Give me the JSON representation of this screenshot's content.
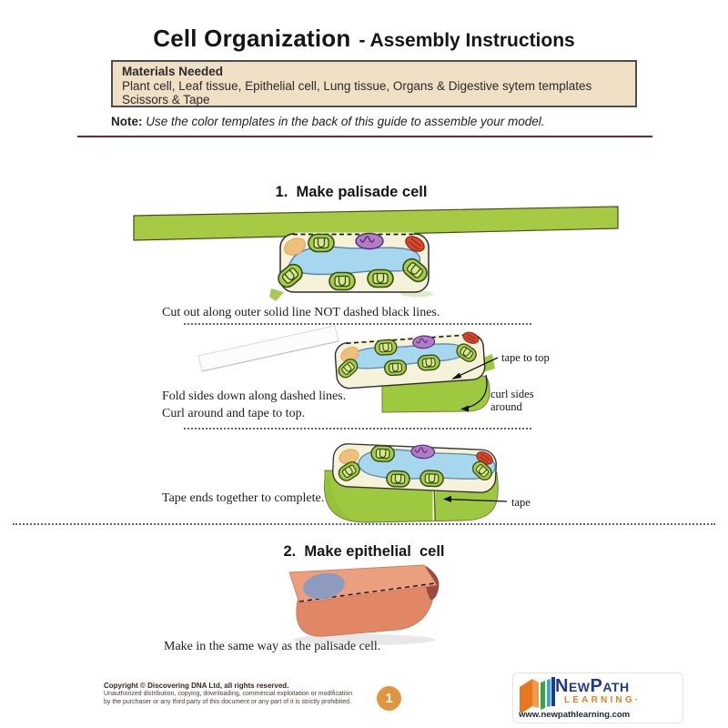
{
  "title": {
    "main": "Cell Organization",
    "sub": "- Assembly Instructions"
  },
  "materials": {
    "heading": "Materials Needed",
    "lines": [
      "Plant cell, Leaf tissue, Epithelial cell, Lung tissue, Organs & Digestive sytem templates",
      "Scissors & Tape"
    ]
  },
  "note": {
    "label": "Note:",
    "text": "Use the color templates in the back of this guide to assemble your model."
  },
  "step1": {
    "heading": "1.  Make palisade cell",
    "caption_cut": "Cut out along outer solid line NOT dashed black lines.",
    "caption_fold_line1": "Fold sides down along dashed lines.",
    "caption_fold_line2": "Curl around and tape to top.",
    "caption_tape": "Tape ends together to complete.",
    "label_tape_to_top": "tape to top",
    "label_curl_line1": "curl sides",
    "label_curl_line2": "around",
    "label_tape": "tape"
  },
  "step2": {
    "heading": "2.  Make epithelial  cell",
    "caption": "Make in the same way as the palisade cell."
  },
  "footer": {
    "copyright_bold": "Copyright © Discovering DNA Ltd, all rights reserved.",
    "copyright_line1": "Unauthorized distribution, copying, downloading, commercial exploitation or modification",
    "copyright_line2": "by the purchaser or any third party of this document or any part of it is strictly prohibited.",
    "page_number": "1"
  },
  "logo": {
    "brand_main": "NewPath",
    "brand_sub": "LEARNING·",
    "website": "www.newpathlearning.com"
  },
  "colors": {
    "materials_bg": "#efdfc5",
    "rule_red": "#8e1f1f",
    "green_strip": "#a6ca43",
    "template_cream": "#f6f2da",
    "vacuole_blue": "#a7d7ef",
    "chloroplast_green": "#a9cb45",
    "mitochondria_purple": "#b07cc5",
    "nucleus_tan": "#eec07c",
    "epithelial_salmon": "#ec9f7e",
    "page_circle_orange": "#e0953f",
    "logo_navy": "#1c3c94",
    "logo_orange": "#e87e27"
  }
}
